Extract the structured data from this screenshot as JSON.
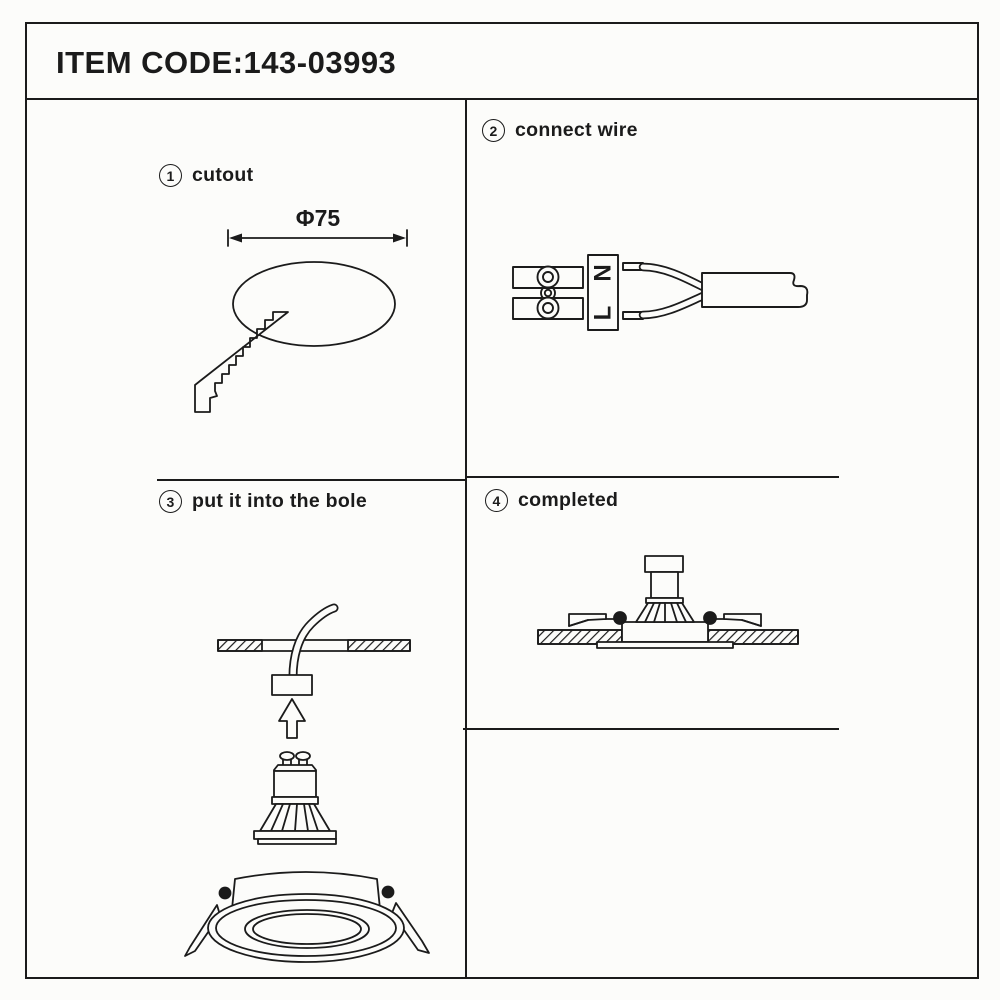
{
  "header": {
    "item_code": "ITEM CODE:143-03993"
  },
  "steps": [
    {
      "num": "1",
      "label": "cutout"
    },
    {
      "num": "2",
      "label": "connect wire"
    },
    {
      "num": "3",
      "label": "put it into the bole"
    },
    {
      "num": "4",
      "label": "completed"
    }
  ],
  "cutout": {
    "dimension_label": "Φ75"
  },
  "connect_wire": {
    "terminal_top": "N",
    "terminal_bottom": "L"
  },
  "colors": {
    "ink": "#1b1b1b",
    "paper": "#fcfcfa"
  }
}
